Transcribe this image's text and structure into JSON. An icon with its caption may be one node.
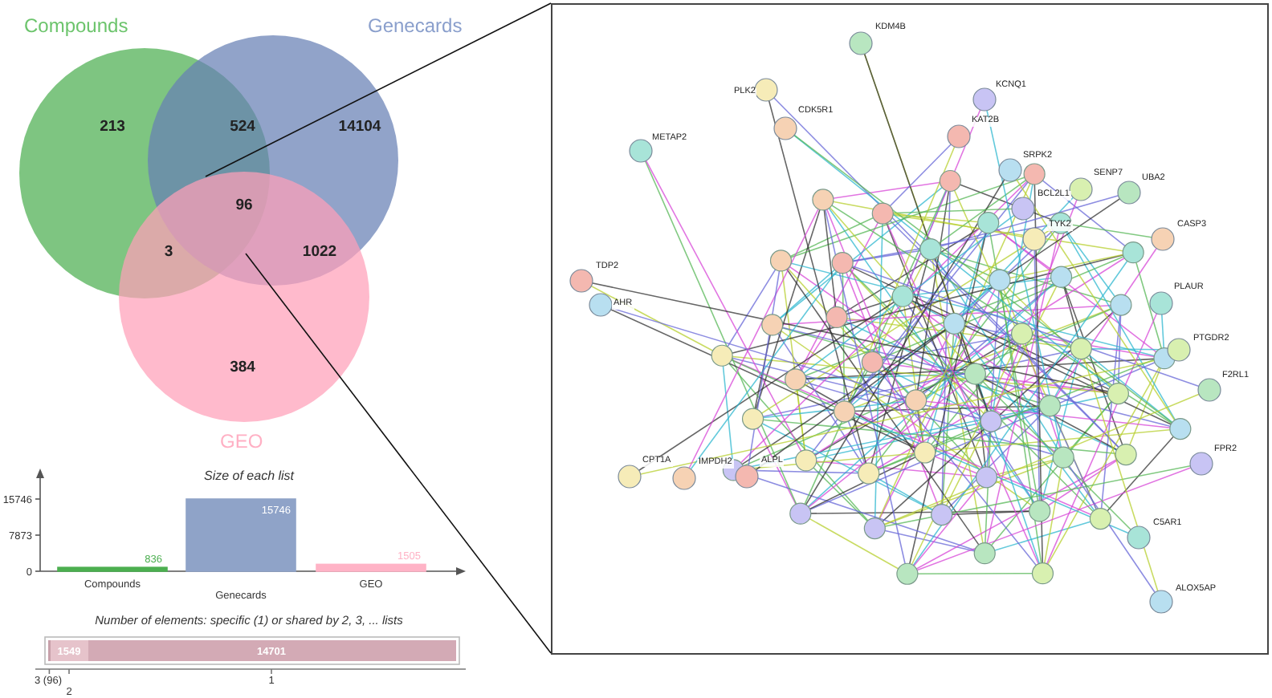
{
  "diagram": {
    "nodes": [
      {
        "text": [
          "Compounds"
        ]
      },
      {
        "text": [
          "Genecards"
        ]
      },
      {
        "text": [
          "GEO"
        ]
      }
    ],
    "labels": [
      "213",
      "524",
      "14104",
      "96",
      "3",
      "1022",
      "384",
      "KDM4B",
      "KCNQ1",
      "PLK2",
      "CDK5R1",
      "KAT2B",
      "METAP2",
      "SRPK2",
      "SENP7",
      "UBA2",
      "BCL2L1",
      "TYK2",
      "CASP3",
      "TDP2",
      "PLAUR",
      "AHR",
      "PTGDR2",
      "F2RL1",
      "FPR2",
      "CPT1A",
      "IMPDH2",
      "ALPL",
      "C5AR1",
      "ALOX5AP",
      "Number of elements: specific (1) or shared by 2, 3, ... lists",
      "1549",
      "14701",
      "3 (96)",
      "2",
      "1"
    ],
    "chart_data": {
      "type": "bar",
      "title": "Size of each list",
      "categories": [
        "Compounds",
        "Genecards",
        "GEO"
      ],
      "stacked": true,
      "data_labels": true,
      "yticks": [
        0,
        7873,
        15746
      ],
      "ylim": [
        0,
        15746
      ],
      "series": [
        {
          "color": "#4caf50",
          "values": [
            836,
            null,
            null
          ]
        },
        {
          "color": "#8fa3c8",
          "values": [
            null,
            15746,
            null
          ]
        },
        {
          "color": "#ffb3c6",
          "values": [
            null,
            null,
            1505
          ]
        }
      ]
    }
  }
}
